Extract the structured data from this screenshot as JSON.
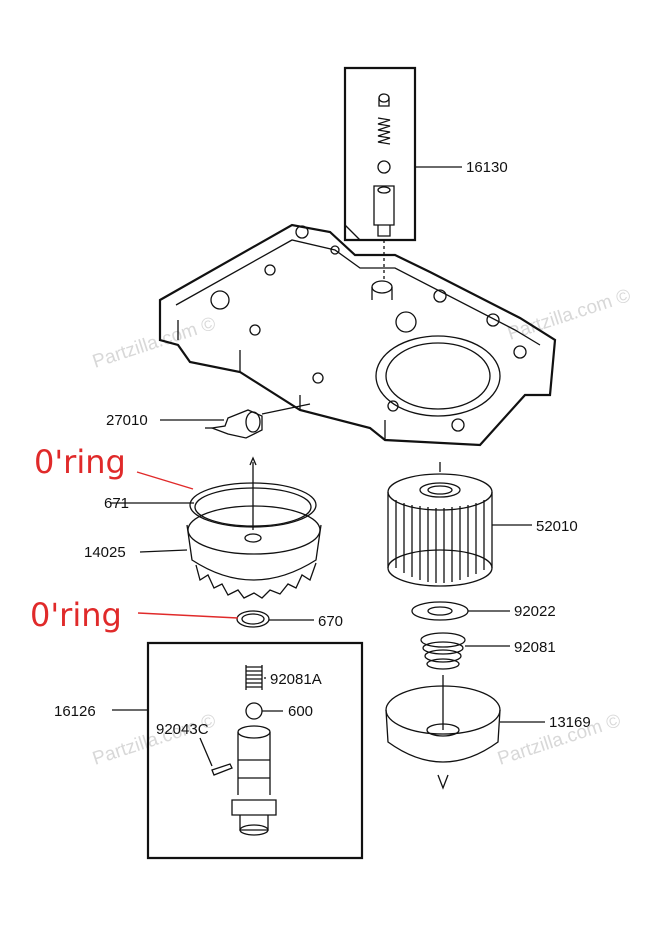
{
  "parts": {
    "p16130": "16130",
    "p27010": "27010",
    "p671": "671",
    "p14025": "14025",
    "p52010": "52010",
    "p92022": "92022",
    "p670": "670",
    "p92081": "92081",
    "p16126": "16126",
    "p92081A": "92081A",
    "p600": "600",
    "p92043C": "92043C",
    "p13169": "13169"
  },
  "annotations": {
    "oring_top": "0'ring",
    "oring_bottom": "0'ring"
  },
  "watermark": {
    "text": "Partzilla.com ©"
  },
  "colors": {
    "annotation": "#e02a2a",
    "line": "#111111",
    "watermark": "#d8d8d8"
  }
}
